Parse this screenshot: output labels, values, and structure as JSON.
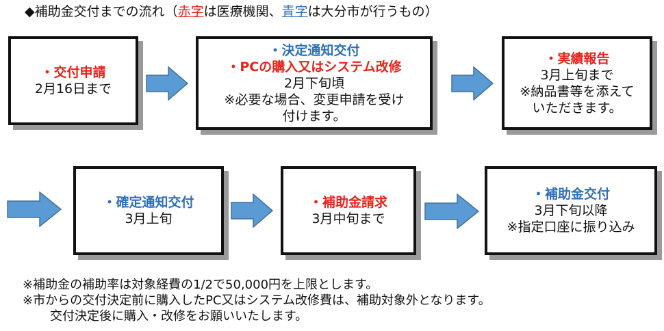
{
  "title": {
    "prefix": "◆補助金交付までの流れ（",
    "red_word": "赤字",
    "middle": "は医療機関、",
    "blue_word": "青字",
    "suffix": "は大分市が行うもの）"
  },
  "steps": {
    "s1": {
      "head": "・交付申請",
      "lines": [
        "2月16日まで"
      ]
    },
    "s2": {
      "head": "・決定通知交付",
      "head2": "・PCの購入又はシステム改修",
      "lines": [
        "2月下旬頃",
        "※必要な場合、変更申請を受け",
        "付けます。"
      ]
    },
    "s3": {
      "head": "・実績報告",
      "lines": [
        "3月上旬まで",
        "※納品書等を添えて",
        "いただきます。"
      ]
    },
    "s4": {
      "head": "・確定通知交付",
      "lines": [
        "3月上旬"
      ]
    },
    "s5": {
      "head": "・補助金請求",
      "lines": [
        "3月中旬まで"
      ]
    },
    "s6": {
      "head": "・補助金交付",
      "lines": [
        "3月下旬以降",
        "※指定口座に振り込み"
      ]
    }
  },
  "notes": [
    "※補助金の補助率は対象経費の1/2で50,000円を上限とします。",
    "※市からの交付決定前に購入したPC又はシステム改修費は、補助対象外となります。",
    "交付決定後に購入・改修をお願いいたします。"
  ],
  "colors": {
    "red": "#e8221b",
    "blue": "#2f6fb8",
    "arrow_fill": "#5b9bd5",
    "arrow_stroke": "#41719c",
    "shadow": "#9a9a9a"
  }
}
